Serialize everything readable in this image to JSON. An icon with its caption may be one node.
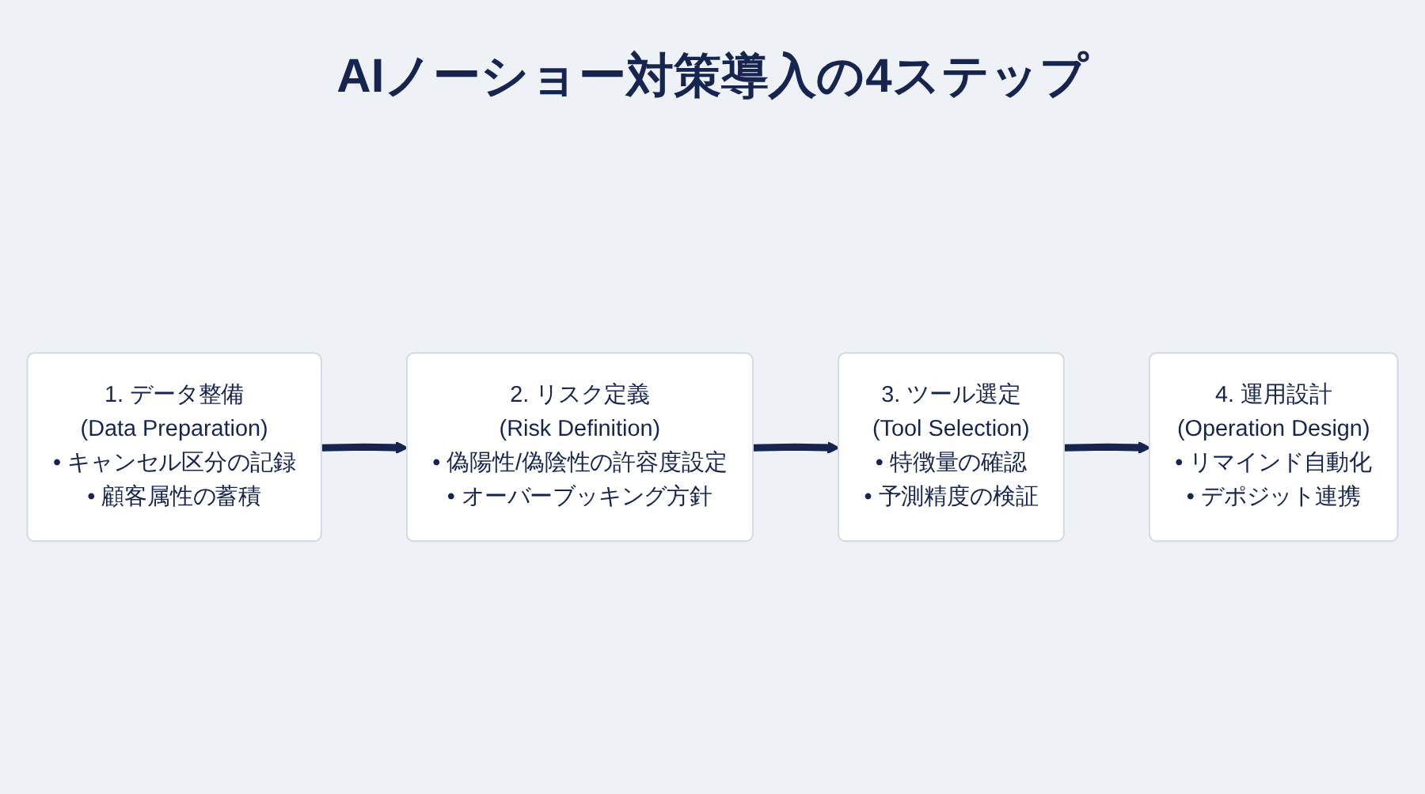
{
  "diagram": {
    "title": "AIノーショー対策導入の4ステップ",
    "nodes": [
      {
        "text": [
          "1. データ整備",
          "(Data Preparation)",
          "• キャンセル区分の記録",
          "• 顧客属性の蓄積"
        ]
      },
      {
        "text": [
          "2. リスク定義",
          "(Risk Definition)",
          "• 偽陽性/偽陰性の許容度設定",
          "• オーバーブッキング方針"
        ]
      },
      {
        "text": [
          "3. ツール選定",
          "(Tool Selection)",
          "• 特徴量の確認",
          "• 予測精度の検証"
        ]
      },
      {
        "text": [
          "4. 運用設計",
          "(Operation Design)",
          "• リマインド自動化",
          "• デポジット連携"
        ]
      }
    ],
    "edges": [
      {
        "from": 0,
        "to": 1,
        "arrow": "to"
      },
      {
        "from": 1,
        "to": 2,
        "arrow": "to"
      },
      {
        "from": 2,
        "to": 3,
        "arrow": "to"
      }
    ]
  }
}
